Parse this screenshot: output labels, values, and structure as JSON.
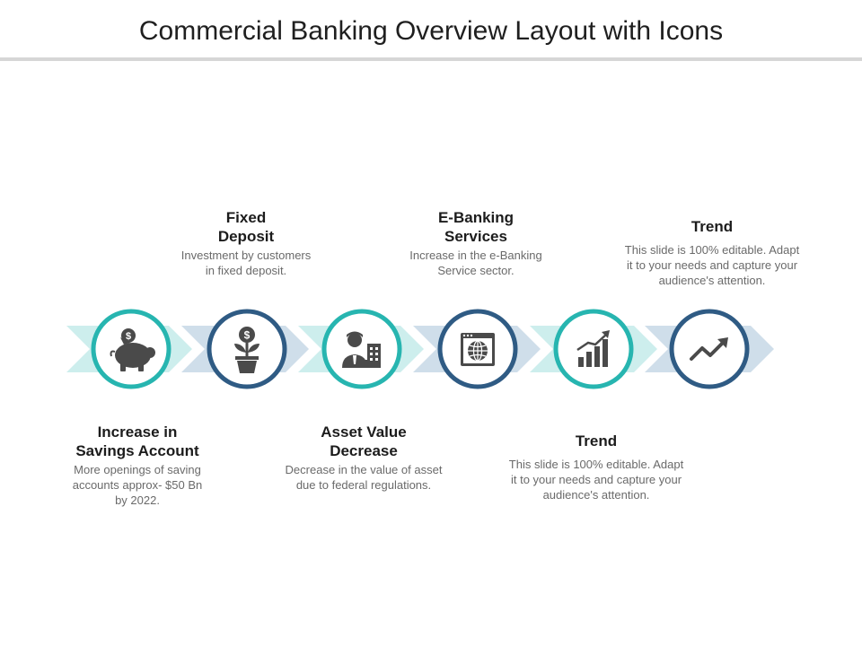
{
  "title": "Commercial Banking Overview Layout with Icons",
  "colors": {
    "teal": "#27b5b0",
    "navy": "#2f5b84",
    "chevron_light": "#cdeeed",
    "chevron_blue": "#cfdeea",
    "icon_gray": "#4a4a4a"
  },
  "steps": [
    {
      "icon": "piggy-bank-icon",
      "heading_lines": [
        "Increase in",
        "Savings Account"
      ],
      "description_lines": [
        "More openings of saving",
        "accounts approx- $50 Bn",
        "by 2022."
      ],
      "position": "below"
    },
    {
      "icon": "money-plant-icon",
      "heading_lines": [
        "Fixed",
        "Deposit"
      ],
      "description_lines": [
        "Investment by customers",
        "in fixed deposit."
      ],
      "position": "above"
    },
    {
      "icon": "banker-building-icon",
      "heading_lines": [
        "Asset Value",
        "Decrease"
      ],
      "description_lines": [
        "Decrease in the value of asset",
        "due to federal regulations."
      ],
      "position": "below"
    },
    {
      "icon": "globe-browser-icon",
      "heading_lines": [
        "E-Banking",
        "Services"
      ],
      "description_lines": [
        "Increase in the e-Banking",
        "Service sector."
      ],
      "position": "above"
    },
    {
      "icon": "bar-chart-growth-icon",
      "heading_lines": [
        "Trend"
      ],
      "description_lines": [
        "This slide is 100% editable. Adapt",
        "it to your needs and capture your",
        "audience's attention."
      ],
      "position": "below"
    },
    {
      "icon": "trend-line-icon",
      "heading_lines": [
        "Trend"
      ],
      "description_lines": [
        "This slide is 100% editable. Adapt",
        "it to your needs and capture your",
        "audience's attention."
      ],
      "position": "above"
    }
  ]
}
